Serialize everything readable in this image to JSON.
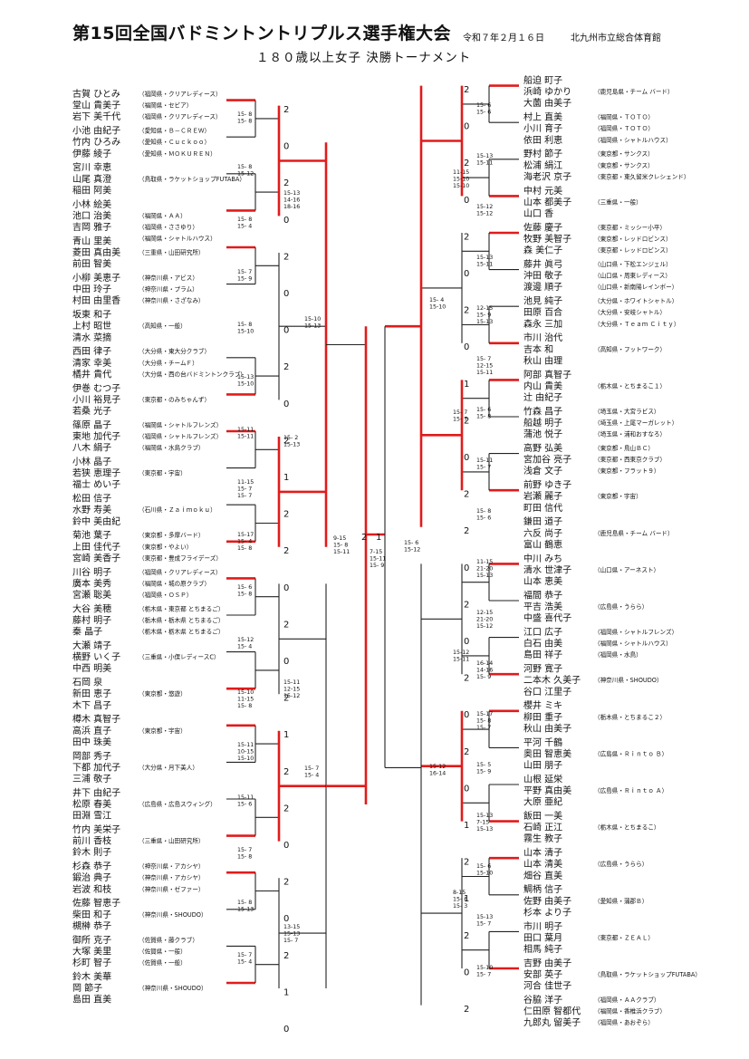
{
  "header": {
    "title": "第15回全国バドミントントリプルス選手権大会",
    "date": "令和７年２月１６日",
    "venue": "北九州市立総合体育館",
    "subtitle": "１８０歳以上女子 決勝トーナメント"
  },
  "left_teams": [
    {
      "players": [
        "古賀 ひとみ",
        "堂山 貴美子",
        "岩下 美千代"
      ],
      "clubs": [
        "（福岡県・クリアレディース）",
        "（福岡県・セビア）",
        "（福岡県・クリアレディース）"
      ]
    },
    {
      "players": [
        "小池 由紀子",
        "竹内 ひろみ",
        "伊藤 綾子"
      ],
      "clubs": [
        "（愛知県・Ｂ－ＣＲＥＷ）",
        "（愛知県・Ｃｕｃｋｏｏ）",
        "（愛知県・ＭＯＫＵＲＥＮ）"
      ]
    },
    {
      "players": [
        "宮川 幸恵",
        "山尾 真澄",
        "稲田 阿美"
      ],
      "clubs": [
        "",
        "（鳥取県・ラケットショップFUTABA）",
        ""
      ]
    },
    {
      "players": [
        "小林 絵美",
        "池口 治美",
        "吉岡 雅子"
      ],
      "clubs": [
        "",
        "（福岡県・ＡＡ）",
        "（福岡県・ささゆり）",
        "（福岡県・シャトルハウス）"
      ]
    },
    {
      "players": [
        "青山 里美",
        "菱田 真由美",
        "前田 智美"
      ],
      "clubs": [
        "",
        "（三重県・山田研究所）",
        ""
      ]
    },
    {
      "players": [
        "小柳 美恵子",
        "中田 玲子",
        "村田 由里香"
      ],
      "clubs": [
        "（神奈川県・アビス）",
        "（神奈川県・プラム）",
        "（神奈川県・さざなみ）"
      ]
    },
    {
      "players": [
        "坂東 和子",
        "上村 昭世",
        "清水 菜摘"
      ],
      "clubs": [
        "",
        "（高知県・一般）",
        ""
      ]
    },
    {
      "players": [
        "西田 律子",
        "清家 幸美",
        "橘井 貴代"
      ],
      "clubs": [
        "（大分県・東大分クラブ）",
        "（大分県・チームＦ）",
        "（大分県・西の台バドミントンクラブ）"
      ]
    },
    {
      "players": [
        "伊巻 むつ子",
        "小川 裕見子",
        "若桑 光子"
      ],
      "clubs": [
        "",
        "（東京都・のみちゃんず）",
        ""
      ]
    },
    {
      "players": [
        "篠原 晶子",
        "東地 加代子",
        "八木 絹子"
      ],
      "clubs": [
        "（福岡県・シャトルフレンズ）",
        "（福岡県・シャトルフレンズ）",
        "（福岡県・水鳥クラブ）"
      ]
    },
    {
      "players": [
        "小林 晶子",
        "若狭 恵理子",
        "福士 めい子"
      ],
      "clubs": [
        "",
        "（東京都・宇宙）",
        ""
      ]
    },
    {
      "players": [
        "松田 信子",
        "水野 寿美",
        "鈴中 美由紀"
      ],
      "clubs": [
        "",
        "（石川県・Ｚａｉｍｏｋｕ）",
        ""
      ]
    },
    {
      "players": [
        "菊池 葉子",
        "上田 佳代子",
        "宮崎 美香子"
      ],
      "clubs": [
        "（東京都・多摩バード）",
        "（東京都・やよい）",
        "（東京都・豊成フライデーズ）"
      ]
    },
    {
      "players": [
        "川谷 明子",
        "廣本 美秀",
        "宮瀬 聡美"
      ],
      "clubs": [
        "（福岡県・クリアレディース）",
        "（福岡県・城の原クラブ）",
        "（福岡県・ＯＳＰ）"
      ]
    },
    {
      "players": [
        "大谷 美穂",
        "藤村 明子",
        "秦 晶子"
      ],
      "clubs": [
        "（栃木県・東京都 とちまるご）",
        "（栃木県・栃木県 とちまるご）",
        "（栃木県・栃木県 とちまるご）"
      ]
    },
    {
      "players": [
        "大瀬 靖子",
        "横野 いく子",
        "中西 明美"
      ],
      "clubs": [
        "",
        "（三重県・小俣レディースC）",
        ""
      ]
    },
    {
      "players": [
        "石岡 泉",
        "新田 恵子",
        "木下 昌子"
      ],
      "clubs": [
        "",
        "（東京都・悠遊）",
        ""
      ]
    },
    {
      "players": [
        "樽木 真智子",
        "高浜 直子",
        "田中 珠美"
      ],
      "clubs": [
        "",
        "（東京都・宇宙）",
        ""
      ]
    },
    {
      "players": [
        "岡部 秀子",
        "下都 加代子",
        "三浦 敬子"
      ],
      "clubs": [
        "",
        "（大分県・月下美人）",
        ""
      ]
    },
    {
      "players": [
        "井下 由紀子",
        "松原 春美",
        "田淵 雪江"
      ],
      "clubs": [
        "",
        "（広島県・広島スウィング）",
        ""
      ]
    },
    {
      "players": [
        "竹内 美栄子",
        "前川 香枝",
        "鈴木 則子"
      ],
      "clubs": [
        "",
        "（三重県・山田研究所）",
        ""
      ]
    },
    {
      "players": [
        "杉森 恭子",
        "鍛治 典子",
        "岩波 和枝"
      ],
      "clubs": [
        "（神奈川県・アカシヤ）",
        "（神奈川県・アカシヤ）",
        "（神奈川県・ゼファー）"
      ]
    },
    {
      "players": [
        "佐藤 智恵子",
        "柴田 和子",
        "槻榊 恭子"
      ],
      "clubs": [
        "",
        "（神奈川県・SHOUDO）",
        ""
      ]
    },
    {
      "players": [
        "御所 克子",
        "大塚 美里",
        "杉町 智子"
      ],
      "clubs": [
        "（佐賀県・藤クラブ）",
        "（佐賀県・一般）",
        "（佐賀県・一般）"
      ]
    },
    {
      "players": [
        "鈴木 美華",
        "岡 節子",
        "島田 直美"
      ],
      "clubs": [
        "",
        "（神奈川県・SHOUDO）",
        ""
      ]
    }
  ],
  "right_teams": [
    {
      "players": [
        "船迫 町子",
        "浜崎 ゆかり",
        "大薗 由美子"
      ],
      "clubs": [
        "",
        "（鹿児島県・チーム バード）",
        ""
      ]
    },
    {
      "players": [
        "村上 直美",
        "小川 育子",
        "依田 利恵"
      ],
      "clubs": [
        "（福岡県・ＴＯＴＯ）",
        "（福岡県・ＴＯＴＯ）",
        "（福岡県・シャトルハウス）"
      ]
    },
    {
      "players": [
        "野村 節子",
        "松浦 絹江",
        "海老沢 京子"
      ],
      "clubs": [
        "（東京都・サンクス）",
        "（東京都・サンクス）",
        "（東京都・東久留米クレシェンド）"
      ]
    },
    {
      "players": [
        "中村 元美",
        "山本 都美子",
        "山口 香"
      ],
      "clubs": [
        "",
        "（三重県・一般）",
        ""
      ]
    },
    {
      "players": [
        "佐藤 慶子",
        "牧野 美智子",
        "森 美仁子"
      ],
      "clubs": [
        "（東京都・ミッシー小平）",
        "（東京都・レッドロビンス）",
        "（東京都・レッドロビンス）"
      ]
    },
    {
      "players": [
        "藤井 眞弓",
        "沖田 敬子",
        "渡邊 順子"
      ],
      "clubs": [
        "（山口県・下松エンジェル）",
        "（山口県・周東レディース）",
        "（山口県・新南陽レインボー）"
      ]
    },
    {
      "players": [
        "池見 純子",
        "田原 百合",
        "森永 三加"
      ],
      "clubs": [
        "（大分県・ホワイトシャトル）",
        "（大分県・安岐シャトル）",
        "（大分県・Ｔｅａｍ Ｃｉｔｙ）"
      ]
    },
    {
      "players": [
        "市川 治代",
        "吉本 和",
        "秋山 由理"
      ],
      "clubs": [
        "",
        "（高知県・フットワーク）",
        ""
      ]
    },
    {
      "players": [
        "阿部 真智子",
        "内山 貴美",
        "辻 由紀子"
      ],
      "clubs": [
        "",
        "（栃木県・とちまるこ１）",
        ""
      ]
    },
    {
      "players": [
        "竹森 昌子",
        "船越 明子",
        "蒲池 悦子"
      ],
      "clubs": [
        "（埼玉県・大宮ラビス）",
        "（埼玉県・上尾マーガレット）",
        "（埼玉県・浦和おすなろ）"
      ]
    },
    {
      "players": [
        "高野 弘美",
        "宮加谷 亮子",
        "浅倉 文子"
      ],
      "clubs": [
        "（東京都・鳥山ＢＣ）",
        "（東京都・西東京クラブ）",
        "（東京都・フラット９）"
      ]
    },
    {
      "players": [
        "前野 ゆき子",
        "岩瀬 麗子",
        "町田 信代"
      ],
      "clubs": [
        "",
        "（東京都・宇宙）",
        ""
      ]
    },
    {
      "players": [
        "鎌田 道子",
        "六反 尚子",
        "富山 鶴恵"
      ],
      "clubs": [
        "",
        "（鹿児島県・チーム バード）",
        ""
      ]
    },
    {
      "players": [
        "中川 みち",
        "清水 世津子",
        "山本 恵美"
      ],
      "clubs": [
        "",
        "（山口県・アーネスト）",
        ""
      ]
    },
    {
      "players": [
        "福間 恭子",
        "平吉 浩美",
        "中盛 喜代子"
      ],
      "clubs": [
        "",
        "（広島県・うらら）",
        ""
      ]
    },
    {
      "players": [
        "江口 広子",
        "白石 由美",
        "島田 祥子"
      ],
      "clubs": [
        "（福岡県・シャトルフレンズ）",
        "（福岡県・シャトルハウス）",
        "（福岡県・水鳥）"
      ]
    },
    {
      "players": [
        "河野 寛子",
        "二本木 久美子",
        "谷口 江里子"
      ],
      "clubs": [
        "",
        "（神奈川県・SHOUDO）",
        ""
      ]
    },
    {
      "players": [
        "櫻井 ミキ",
        "柳田 重子",
        "秋山 由美子"
      ],
      "clubs": [
        "",
        "（栃木県・とちまるこ２）",
        ""
      ]
    },
    {
      "players": [
        "平河 千鶴",
        "奥田 智恵美",
        "山田 朋子"
      ],
      "clubs": [
        "",
        "（広島県・Ｒｉｎｔｏ Ｂ）",
        ""
      ]
    },
    {
      "players": [
        "山根 延栄",
        "平野 真由美",
        "大原 亜紀"
      ],
      "clubs": [
        "",
        "（広島県・Ｒｉｎｔｏ Ａ）",
        ""
      ]
    },
    {
      "players": [
        "飯田 一美",
        "石崎 正江",
        "霧生 教子"
      ],
      "clubs": [
        "",
        "（栃木県・とちまるこ）",
        ""
      ]
    },
    {
      "players": [
        "山本 清子",
        "山本 清美",
        "畑谷 直美"
      ],
      "clubs": [
        "",
        "（広島県・うらら）",
        ""
      ]
    },
    {
      "players": [
        "鯛柄 信子",
        "佐野 由美子",
        "杉本 より子"
      ],
      "clubs": [
        "",
        "（愛知県・蒲郡Ｂ）",
        ""
      ]
    },
    {
      "players": [
        "市川 明子",
        "田口 葉月",
        "相馬 純子"
      ],
      "clubs": [
        "",
        "（東京都・ＺＥＡＬ）",
        ""
      ]
    },
    {
      "players": [
        "吉野 由美子",
        "安部 英子",
        "河合 佳世子"
      ],
      "clubs": [
        "",
        "（鳥取県・ラケットショップFUTABA）",
        ""
      ]
    },
    {
      "players": [
        "谷脇 洋子",
        "仁田原 智都代",
        "九郎丸 留美子"
      ],
      "clubs": [
        "（福岡県・ＡＡクラブ）",
        "（福岡県・香椎浜クラブ）",
        "（福岡県・あおぞら）"
      ]
    }
  ],
  "game_wins": {
    "left_r1": [
      "2",
      "0",
      "2",
      "0",
      "2",
      "0",
      "0",
      "2",
      "0",
      "2",
      "1",
      "2",
      "2",
      "0",
      "2",
      "0",
      "2",
      "1",
      "2",
      "2",
      "0",
      "2",
      "0",
      "2",
      "1",
      "0"
    ],
    "right_r1": [
      "2",
      "0",
      "2",
      "0",
      "2",
      "0",
      "2",
      "0",
      "1",
      "2",
      "0",
      "2",
      "2",
      "0",
      "2",
      "0",
      "2",
      "0",
      "2",
      "0",
      "1",
      "2",
      "1",
      "2",
      "0",
      "2"
    ]
  },
  "scores": {
    "left_r1": [
      "15- 8\n15- 8",
      "15- 8\n15-12",
      "15- 8\n15- 4",
      "15- 7\n15- 9",
      "15- 8\n15-10",
      "15-13\n15-10",
      "15-11\n15-11",
      "11-15\n15- 7\n15- 7",
      "15-17\n15- 4\n15- 8",
      "15- 6\n15- 8",
      "15-12\n15- 4",
      "15-10\n11-15\n15- 8",
      "15-11\n10-15\n15-10",
      "15-11\n15- 6",
      "15- 7\n15- 8",
      "15- 8\n15-13",
      "15- 7\n15- 4"
    ],
    "left_r2": [
      "15-13\n14-16\n18-16",
      "15- 2\n15-13",
      "15-11\n12-15\n15-12",
      "13-15\n15-13\n15- 7"
    ],
    "left_r3": [
      "15-10\n15-13",
      "15- 7\n15- 4"
    ],
    "left_sf": "9-15\n15- 8\n15-11",
    "final": "7-15\n15-11\n15- 9",
    "right_sf": "15- 6\n15-12",
    "right_r3": [
      "15- 4\n15-10",
      "15-12\n16-14"
    ],
    "right_r2": [
      "11-15\n15-10\n15-10",
      "15- 7\n15- 7",
      "15-12\n15-11",
      "8-15\n15- 6\n15- 3"
    ],
    "right_r1": [
      "15- 6\n15- 6",
      "15-13\n15-11",
      "15-12\n15-12",
      "15-13\n15-11",
      "12-15\n15- 9\n15-13",
      "15- 7\n12-15\n15-11",
      "15- 6\n15- 8",
      "15-11\n15- 7",
      "15- 8\n15- 6",
      "11-15\n21-20\n15-13",
      "12-15\n21-20\n15-12",
      "16-14\n14-16\n15- 9",
      "15-17\n15- 8\n15- 7",
      "15- 5\n15- 9",
      "15-13\n7-15\n15-13",
      "15- 6\n15-10",
      "15-13\n15- 7",
      "15-10\n15- 7"
    ]
  }
}
